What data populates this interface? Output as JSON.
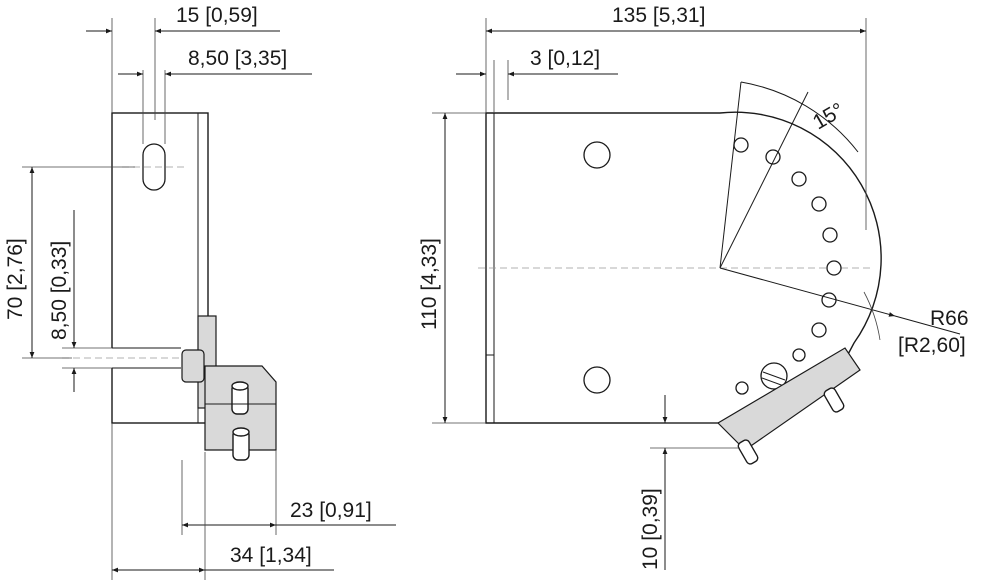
{
  "side_view": {
    "dim_width_15": "15 [0,59]",
    "dim_width_8_50": "8,50 [3,35]",
    "dim_height_70": "70 [2,76]",
    "dim_slot_8_50": "8,50 [0,33]",
    "dim_23": "23 [0,91]",
    "dim_34": "34 [1,34]"
  },
  "front_view": {
    "dim_135": "135 [5,31]",
    "dim_3": "3 [0,12]",
    "dim_110": "110 [4,33]",
    "dim_10": "10 [0,39]",
    "angle_15": "15°",
    "radius_mm": "R66",
    "radius_in": "[R2,60]"
  }
}
